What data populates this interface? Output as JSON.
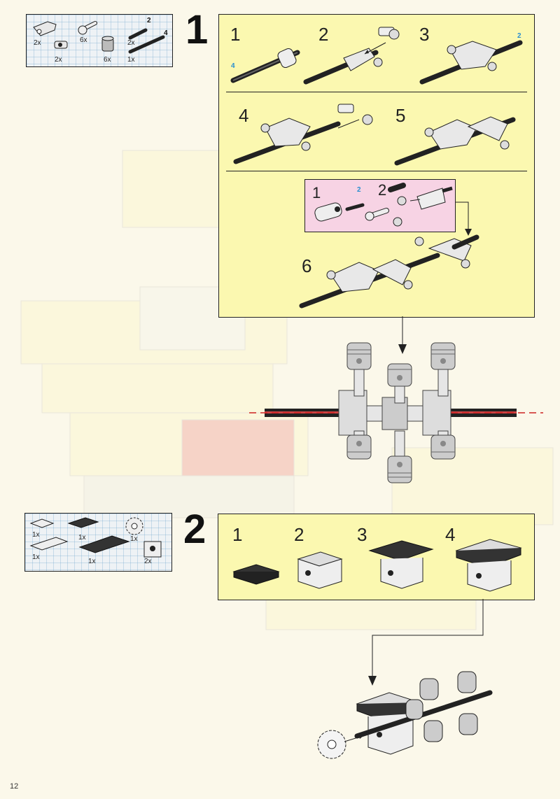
{
  "page_number": "12",
  "colors": {
    "panel_yellow": "#fbf8b0",
    "panel_pink": "#f7d3e4",
    "parts_bg": "#eef2f5",
    "axle_guide_red": "#cc2222",
    "badge_blue": "#2a8fd0",
    "page_bg": "#fbf8ea"
  },
  "step1": {
    "number": "1",
    "parts": {
      "quantities": [
        "2x",
        "6x",
        "2x",
        "6x",
        "2x",
        "1x"
      ],
      "axle_lengths": [
        "2",
        "4"
      ]
    },
    "substeps": [
      "1",
      "2",
      "3",
      "4",
      "5",
      "6"
    ],
    "badges": [
      "4",
      "2"
    ],
    "sub_assembly": {
      "substeps": [
        "1",
        "2"
      ],
      "badge": "2"
    }
  },
  "step2": {
    "number": "2",
    "parts": {
      "quantities": [
        "1x",
        "1x",
        "1x",
        "1x",
        "1x",
        "2x"
      ]
    },
    "substeps": [
      "1",
      "2",
      "3",
      "4"
    ]
  },
  "icons": {
    "axle": "axle-icon",
    "connector": "axle-connector-icon",
    "crank": "crank-icon",
    "piston": "piston-icon",
    "gear": "gear-icon",
    "brick": "brick-icon",
    "plate": "plate-icon",
    "arrow": "arrow-icon"
  }
}
